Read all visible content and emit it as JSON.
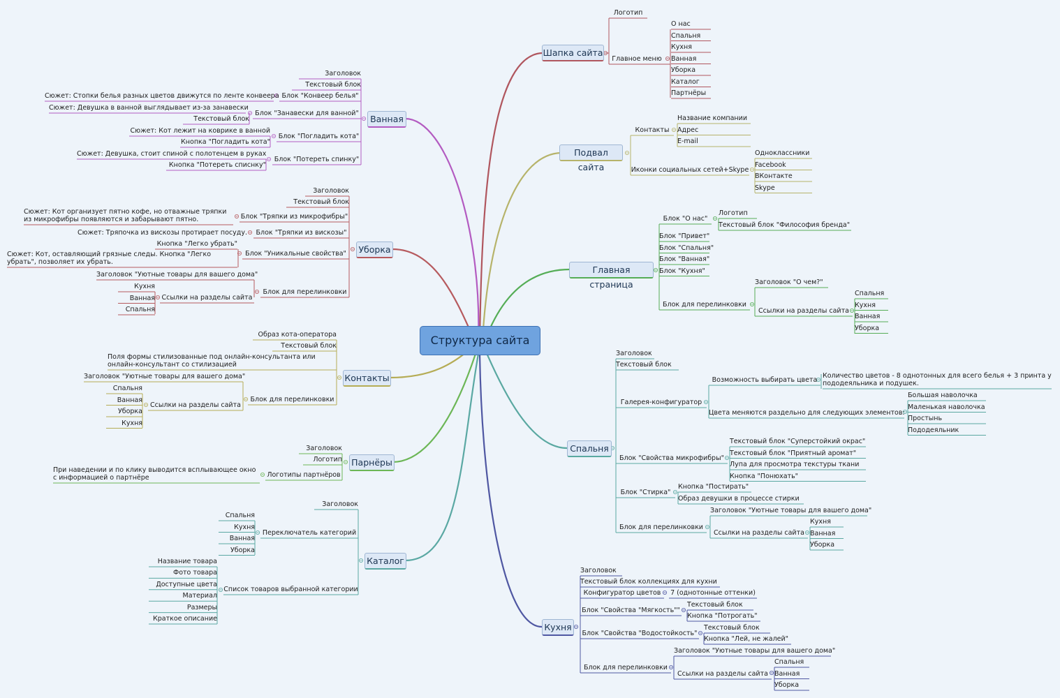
{
  "root": "Структура сайта",
  "header": {
    "label": "Шапка сайта",
    "color": "#b0565e",
    "logo": "Логотип",
    "menu": "Главное меню",
    "menu_items": [
      "О нас",
      "Спальня",
      "Кухня",
      "Ванная",
      "Уборка",
      "Каталог",
      "Партнёры"
    ]
  },
  "footer": {
    "label": "Подвал сайта",
    "color": "#b6b36a",
    "contacts": "Контакты",
    "contacts_items": [
      "Название компании",
      "Адрес",
      "E-mail"
    ],
    "social": "Иконки социальных сетей+Skype",
    "social_items": [
      "Одноклассники",
      "Facebook",
      "ВКонтакте",
      "Skype"
    ]
  },
  "home": {
    "label": "Главная страница",
    "color": "#55ad56",
    "about": "Блок \"О нас\"",
    "about_items": [
      "Логотип",
      "Текстовый блок \"Философия бренда\""
    ],
    "blocks": [
      "Блок \"Привет\"",
      "Блок \"Спальня\"",
      "Блок \"Ванная\"",
      "Блок \"Кухня\""
    ],
    "links": "Блок для перелинковки",
    "links_title": "Заголовок \"О чем?\"",
    "links_sections": "Ссылки на разделы сайта",
    "sections": [
      "Спальня",
      "Кухня",
      "Ванная",
      "Уборка"
    ]
  },
  "bedroom": {
    "label": "Спальня",
    "color": "#5aa8a1",
    "title": "Заголовок",
    "text": "Текстовый блок",
    "gallery": "Галерея-конфигуратор",
    "choose": "Возможность выбирать цвета",
    "choose_detail": "Количество цветов - 8 однотонных для всего белья + 3 принта у пододеяльника и подушек.",
    "separate": "Цвета меняются раздельно для следующих элементов:",
    "separate_items": [
      "Большая наволочка",
      "Маленькая наволочка",
      "Простынь",
      "Пододеяльник"
    ],
    "micro": "Блок \"Свойства микрофибры\"",
    "micro_items": [
      "Текстовый блок \"Суперстойкий окрас\"",
      "Текстовый блок \"Приятный аромат\"",
      "Лупа для просмотра текстуры ткани",
      "Кнопка \"Понюхать\""
    ],
    "wash": "Блок \"Стирка\"",
    "wash_items": [
      "Кнопка \"Постирать\"",
      "Образ девушки в процессе стирки"
    ],
    "links": "Блок для перелинковки",
    "links_title": "Заголовок \"Уютные товары для вашего дома\"",
    "links_sections": "Ссылки на разделы сайта",
    "sections": [
      "Кухня",
      "Ванная",
      "Уборка"
    ]
  },
  "kitchen": {
    "label": "Кухня",
    "color": "#4f57a2",
    "title": "Заголовок",
    "text": "Текстовый блок коллекциях для кухни",
    "config": "Конфигуратор цветов",
    "config_value": "7 (однотонные оттенки)",
    "soft": "Блок \"Свойства \"Мягкость\"\"",
    "soft_items": [
      "Текстовый блок",
      "Кнопка \"Потрогать\""
    ],
    "water": "Блок \"Свойства \"Водостойкость\"",
    "water_items": [
      "Текстовый блок",
      "Кнопка \"Лей, не жалей\""
    ],
    "links": "Блок для перелинковки",
    "links_title": "Заголовок \"Уютные товары для вашего дома\"",
    "links_sections": "Ссылки на разделы сайта",
    "sections": [
      "Спальня",
      "Ванная",
      "Уборка"
    ]
  },
  "bathroom": {
    "label": "Ванная",
    "color": "#b35bc1",
    "title": "Заголовок",
    "text": "Текстовый блок",
    "conveyor": "Блок \"Конвеер белья\"",
    "conveyor_plot": "Сюжет: Стопки белья разных цветов движутся по ленте конвеера",
    "curtain": "Блок \"Занавески для ванной\"",
    "curtain_plot": "Сюжет: Девушка в ванной выглядывает из-за занавески",
    "text2": "Текстовый блок",
    "cat": "Блок \"Погладить кота\"",
    "cat_plot": "Сюжет: Кот лежит на коврике в ванной",
    "cat_button": "Кнопка \"Погладить кота\"",
    "back": "Блок \"Потереть спинку\"",
    "back_plot": "Сюжет: Девушка, стоит спиной с полотенцем в руках",
    "back_button": "Кнопка \"Потереть списнку\""
  },
  "cleaning": {
    "label": "Уборка",
    "color": "#b65a5e",
    "title": "Заголовок",
    "text": "Текстовый блок",
    "micro": "Блок \"Тряпки из микрофибры\"",
    "micro_plot": "Сюжет: Кот организует пятно кофе, но отважные тряпки из микрофибры появляются и забарывают пятно.",
    "viscose": "Блок \"Тряпки из вискозы\"",
    "viscose_plot": "Сюжет: Тряпочка из вискозы протирает посуду.",
    "unique": "Блок \"Уникальные свойства\"",
    "unique_button": "Кнопка \"Легко убрать\"",
    "unique_plot": "Сюжет: Кот, оставляющий грязные следы. Кнопка \"Легко убрать\", позволяет их убрать.",
    "links": "Блок для перелинковки",
    "links_title": "Заголовок \"Уютные товары для вашего дома\"",
    "links_sections": "Ссылки на разделы сайта",
    "sections": [
      "Кухня",
      "Ванная",
      "Спальня"
    ]
  },
  "contacts": {
    "label": "Контакты",
    "color": "#b5ac55",
    "image": "Образ кота-оператора",
    "text": "Текстовый блок",
    "form": "Поля формы стилизованные под онлайн-консультанта или онлайн-консультант со стилизацией",
    "links": "Блок для перелинковки",
    "links_title": "Заголовок \"Уютные товары для вашего дома\"",
    "links_sections": "Ссылки на разделы сайта",
    "sections": [
      "Спальня",
      "Ванная",
      "Уборка",
      "Кухня"
    ]
  },
  "partners": {
    "label": "Парнёры",
    "color": "#6cb656",
    "title": "Заголовок",
    "logo": "Логотип",
    "logos": "Логотипы партнёров",
    "logos_note": "При наведении и по клику выводится всплывающее окно с информацией о партнёре"
  },
  "catalog": {
    "label": "Каталог",
    "color": "#5aa8a3",
    "title": "Заголовок",
    "switch": "Переключатель категорий",
    "switch_items": [
      "Спальня",
      "Кухня",
      "Ванная",
      "Уборка"
    ],
    "list": "Список товаров выбранной категории",
    "list_items": [
      "Название товара",
      "Фото товара",
      "Доступные цвета",
      "Материал",
      "Размеры",
      "Краткое описание"
    ]
  }
}
